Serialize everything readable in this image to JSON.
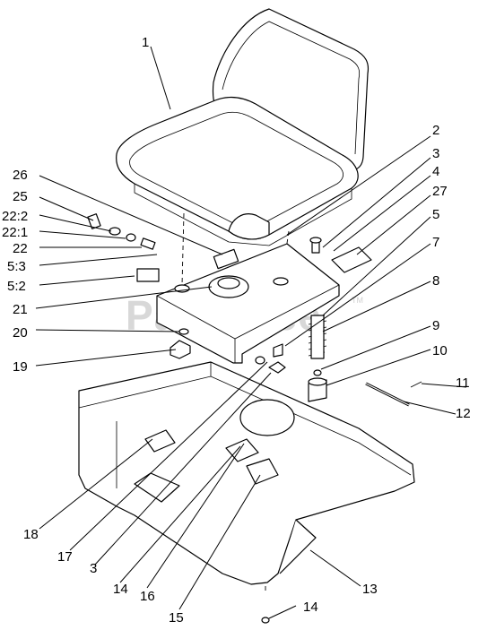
{
  "watermark": {
    "text": "PartsTree",
    "mark": "TM"
  },
  "callouts": [
    "1",
    "2",
    "3",
    "4",
    "27",
    "5",
    "7",
    "8",
    "9",
    "10",
    "11",
    "12",
    "13",
    "14",
    "15",
    "16",
    "3",
    "14",
    "17",
    "18",
    "19",
    "20",
    "21",
    "5:2",
    "5:3",
    "22",
    "22:1",
    "22:2",
    "25",
    "26"
  ]
}
